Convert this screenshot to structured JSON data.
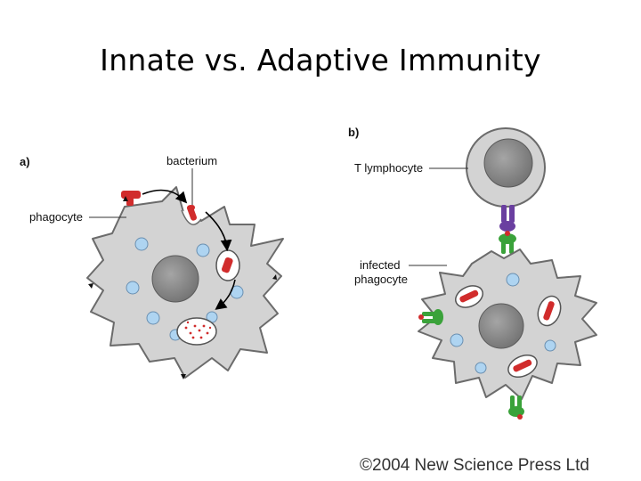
{
  "slide": {
    "title": "Innate vs. Adaptive Immunity",
    "copyright": "©2004 New Science Press Ltd"
  },
  "panel_a": {
    "label": "a)",
    "labels": {
      "bacterium": "bacterium",
      "phagocyte": "phagocyte"
    }
  },
  "panel_b": {
    "label": "b)",
    "labels": {
      "t_lymphocyte": "T lymphocyte",
      "infected_line1": "infected",
      "infected_line2": "phagocyte"
    }
  },
  "colors": {
    "cell_fill": "#d3d3d3",
    "cell_stroke": "#6b6b6b",
    "nucleus": "#8a8a8a",
    "vesicle": "#aed4f1",
    "bacterium": "#d12c2c",
    "receptor": "#6a3fa0",
    "mhc": "#3aa23a"
  }
}
